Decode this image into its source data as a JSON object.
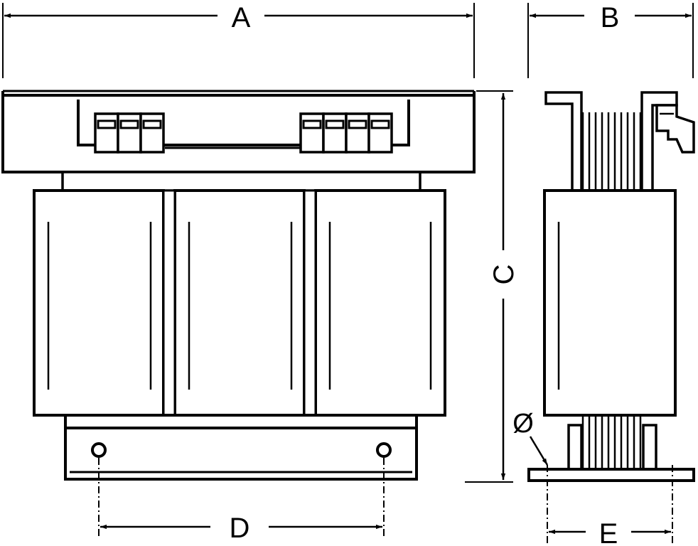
{
  "dimensions": {
    "a": "A",
    "b": "B",
    "c": "C",
    "d": "D",
    "e": "E",
    "diameter": "Ø"
  },
  "colors": {
    "line": "#000000",
    "fill": "#ffffff",
    "background": "#ffffff"
  }
}
